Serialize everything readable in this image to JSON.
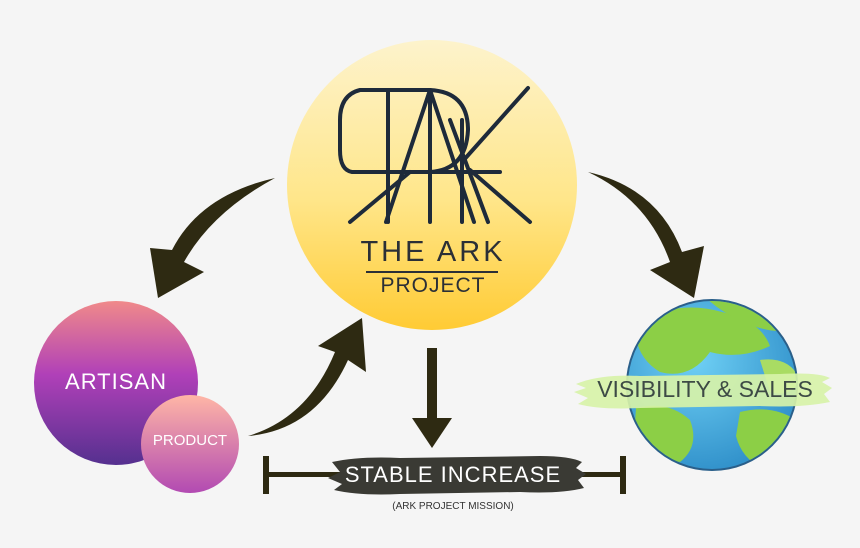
{
  "logo": {
    "monogram": "RAK",
    "title": "THE ARK",
    "subtitle": "PROJECT"
  },
  "nodes": {
    "artisan": "ARTISAN",
    "product": "PRODUCT",
    "visibility": "VISIBILITY & SALES",
    "stable": "STABLE INCREASE",
    "mission": "(ARK PROJECT MISSION)"
  },
  "colors": {
    "background": "#f5f5f5",
    "arrow": "#2e2a12",
    "sun_top": "#fdf1c4",
    "sun_bottom": "#ffce3a",
    "artisan_top": "#f08a8a",
    "artisan_mid": "#a83db4",
    "artisan_bottom": "#5a2f96",
    "product_top": "#ffb0a0",
    "product_bottom": "#b24ab2",
    "ocean": "#4ab4e6",
    "land": "#8ccf46",
    "brush_dark": "#3a3a34",
    "brush_light": "#d7f2a8",
    "logo_stroke": "#1e2a3a"
  }
}
